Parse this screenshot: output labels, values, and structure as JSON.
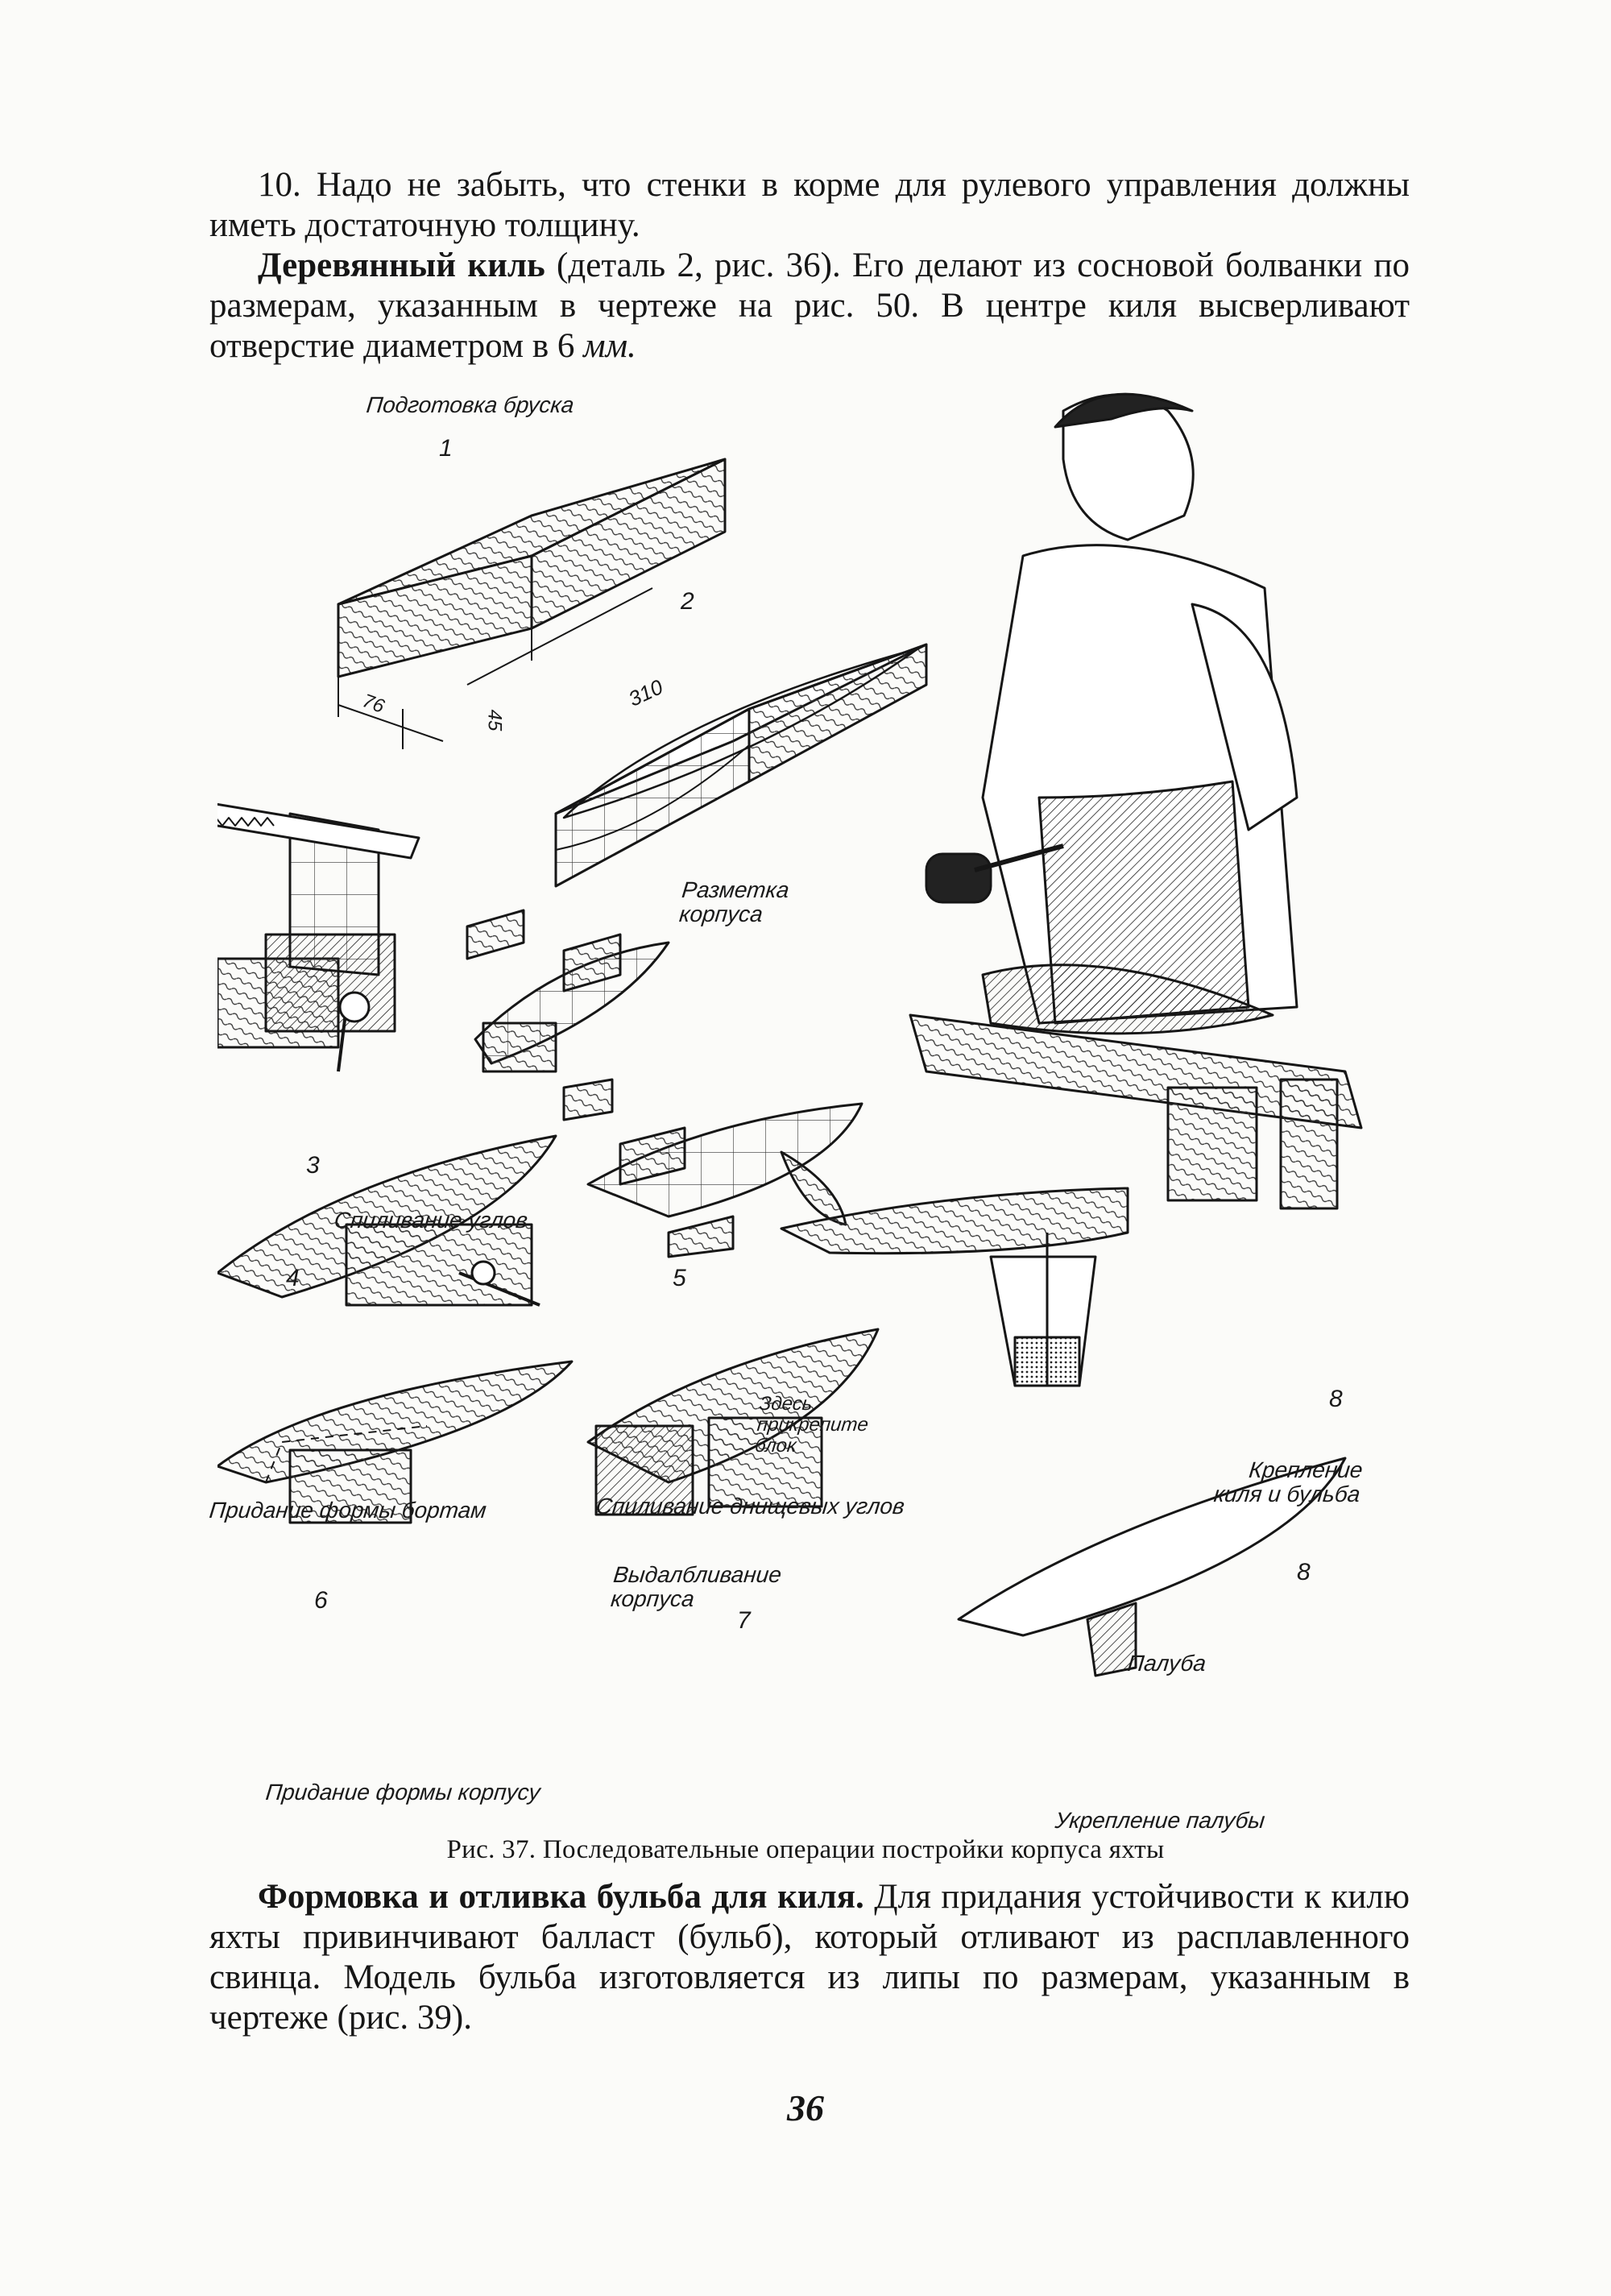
{
  "text": {
    "p1": "10. Надо не забыть, что стенки в корме для рулевого управления должны иметь достаточную толщину.",
    "p2_bold": "Деревянный киль",
    "p2_rest": " (деталь 2, рис. 36). Его делают из сосновой болванки по размерам, указанным в чертеже на рис. 50. В центре киля высверливают отверстие диаметром в 6 ",
    "p2_unit": "мм.",
    "p3_bold": "Формовка и отливка бульба для киля.",
    "p3_rest": " Для придания устойчивости к килю яхты привинчивают балласт (бульб), который отливают из расплавленного свинца. Модель бульба изготовляется из липы по размерам, указанным в чертеже (рис. 39)."
  },
  "figure": {
    "caption": "Рис. 37. Последовательные операции постройки корпуса яхты",
    "labels": {
      "step1": "Подготовка бруска",
      "step2": "Разметка корпуса",
      "step3": "Спиливание углов",
      "step4": "Придание формы бортам",
      "step5": "Спиливание днищевых углов",
      "step5_note": "Здесь прикрепите блок",
      "step6": "Придание формы корпусу",
      "step7": "Выдалбливание корпуса",
      "step8a": "Крепление киля и бульба",
      "step8b_deck": "Палуба",
      "step8b": "Укрепление палубы"
    },
    "numbers": {
      "n1": "1",
      "n2": "2",
      "n3": "3",
      "n4": "4",
      "n5": "5",
      "n6": "6",
      "n7": "7",
      "n8a": "8",
      "n8b": "8"
    },
    "dimensions": {
      "length": "310",
      "width": "76",
      "height": "45"
    }
  },
  "page_number": "36",
  "colors": {
    "ink": "#161616",
    "paper": "#fbfbf9",
    "lead": "#3a3a3a"
  }
}
